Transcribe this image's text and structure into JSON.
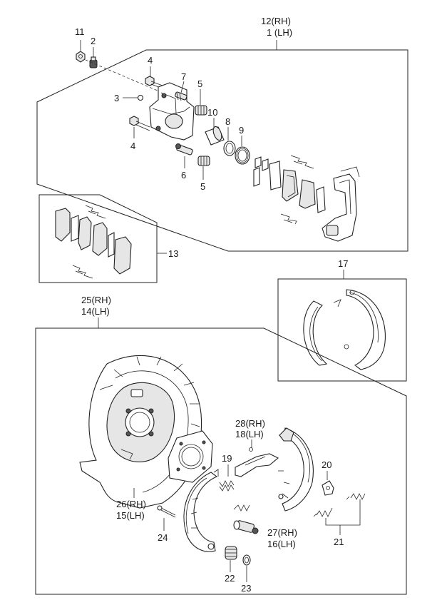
{
  "callouts": {
    "c12": "12(RH)",
    "c1": "1 (LH)",
    "c11": "11",
    "c2": "2",
    "c3": "3",
    "c4a": "4",
    "c4b": "4",
    "c7": "7",
    "c5a": "5",
    "c5b": "5",
    "c10": "10",
    "c8": "8",
    "c9": "9",
    "c6": "6",
    "c13": "13",
    "c17": "17",
    "c25": "25(RH)",
    "c14": "14(LH)",
    "c28": "28(RH)",
    "c18": "18(LH)",
    "c19": "19",
    "c20": "20",
    "c26": "26(RH)",
    "c15": "15(LH)",
    "c24": "24",
    "c27": "27(RH)",
    "c16": "16(LH)",
    "c21": "21",
    "c22": "22",
    "c23": "23"
  }
}
